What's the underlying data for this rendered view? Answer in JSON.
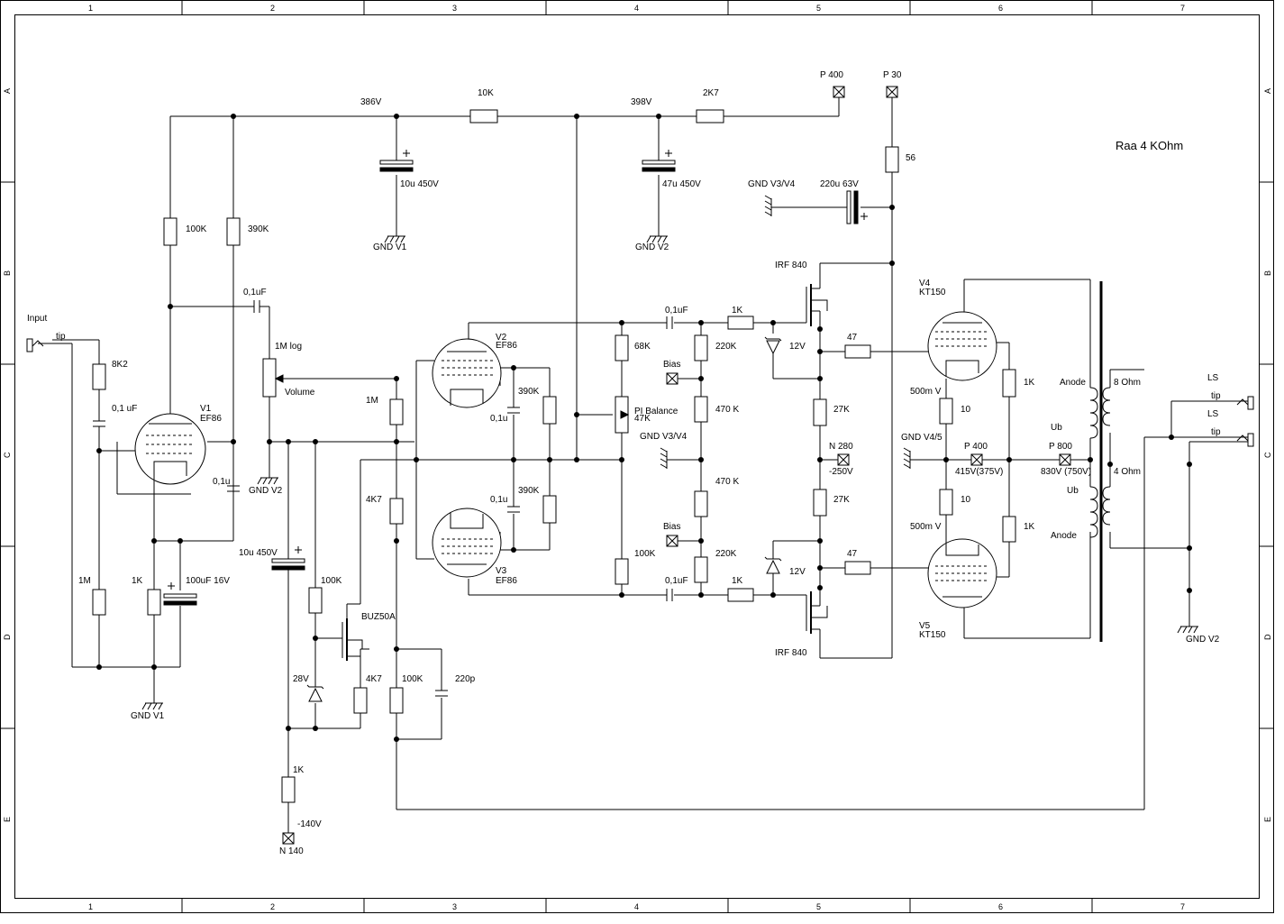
{
  "frame": {
    "columns": [
      "1",
      "2",
      "3",
      "4",
      "5",
      "6",
      "7"
    ],
    "rows": [
      "A",
      "B",
      "C",
      "D",
      "E"
    ]
  },
  "title": "Raa 4 KOhm",
  "labels": {
    "input": "Input",
    "tip_in": "tip",
    "v386": "386V",
    "v398": "398V",
    "r10k": "10K",
    "r2k7": "2K7",
    "p400_top": "P 400",
    "p30": "P 30",
    "r56": "56",
    "gndv3v4_top": "GND V3/V4",
    "c220u63": "220u 63V",
    "c10u450_top": "10u 450V",
    "gndv1_top": "GND V1",
    "c47u450": "47u 450V",
    "gndv2_top": "GND V2",
    "r100k_v1": "100K",
    "r390k_v1": "390K",
    "c01uf_cpl": "0,1uF",
    "pot1m": "1M log",
    "volume": "Volume",
    "r8k2": "8K2",
    "c01uf_in": "0,1 uF",
    "v1": "V1",
    "ef86_1": "EF86",
    "c01u_v1": "0,1u",
    "gndv2_mid": "GND V2",
    "r1m_in": "1M",
    "r1k_v1": "1K",
    "c100u16": "100uF 16V",
    "gndv1_bot": "GND V1",
    "c10u450_mid": "10u 450V",
    "r1m_g": "1M",
    "r4k7_a": "4K7",
    "r100k_buz": "100K",
    "buz50a": "BUZ50A",
    "z28v": "28V",
    "r4k7_b": "4K7",
    "r100k_fb": "100K",
    "c220p": "220p",
    "r1k_neg": "1K",
    "vneg140": "-140V",
    "n140": "N 140",
    "v2": "V2",
    "ef86_2": "EF86",
    "v3": "V3",
    "ef86_3": "EF86",
    "r390k_a": "390K",
    "c01u_a": "0,1u",
    "r390k_b": "390K",
    "c01u_b": "0,1u",
    "r68k": "68K",
    "pibalance": "PI Balance",
    "r47k": "47K",
    "r100k_pi": "100K",
    "c01uf_top": "0,1uF",
    "c01uf_bot": "0,1uF",
    "r1k_top": "1K",
    "r1k_bot": "1K",
    "bias_top": "Bias",
    "bias_bot": "Bias",
    "r220k_top": "220K",
    "r470k_top": "470 K",
    "gndv3v4_mid": "GND V3/V4",
    "r470k_bot": "470 K",
    "r220k_bot": "220K",
    "irf840_top": "IRF 840",
    "irf840_bot": "IRF 840",
    "z12v_top": "12V",
    "z12v_bot": "12V",
    "r47_top": "47",
    "r47_bot": "47",
    "r27k_top": "27K",
    "r27k_bot": "27K",
    "n280": "N 280",
    "vneg250": "-250V",
    "v4": "V4",
    "kt150_4": "KT150",
    "v5": "V5",
    "kt150_5": "KT150",
    "mv500_top": "500m V",
    "mv500_bot": "500m V",
    "r10_top": "10",
    "r10_bot": "10",
    "gndv45": "GND V4/5",
    "p400_mid": "P 400",
    "v415": "415V(375V)",
    "r1k_g4": "1K",
    "r1k_g5": "1K",
    "anode_top": "Anode",
    "anode_bot": "Anode",
    "ub_top": "Ub",
    "ub_bot": "Ub",
    "p800": "P 800",
    "v830": "830V (750V)",
    "ohm8": "8 Ohm",
    "ohm4": "4 Ohm",
    "ls1": "LS",
    "tip1": "tip",
    "ls2": "LS",
    "tip2": "tip",
    "gndv2_out": "GND V2"
  }
}
